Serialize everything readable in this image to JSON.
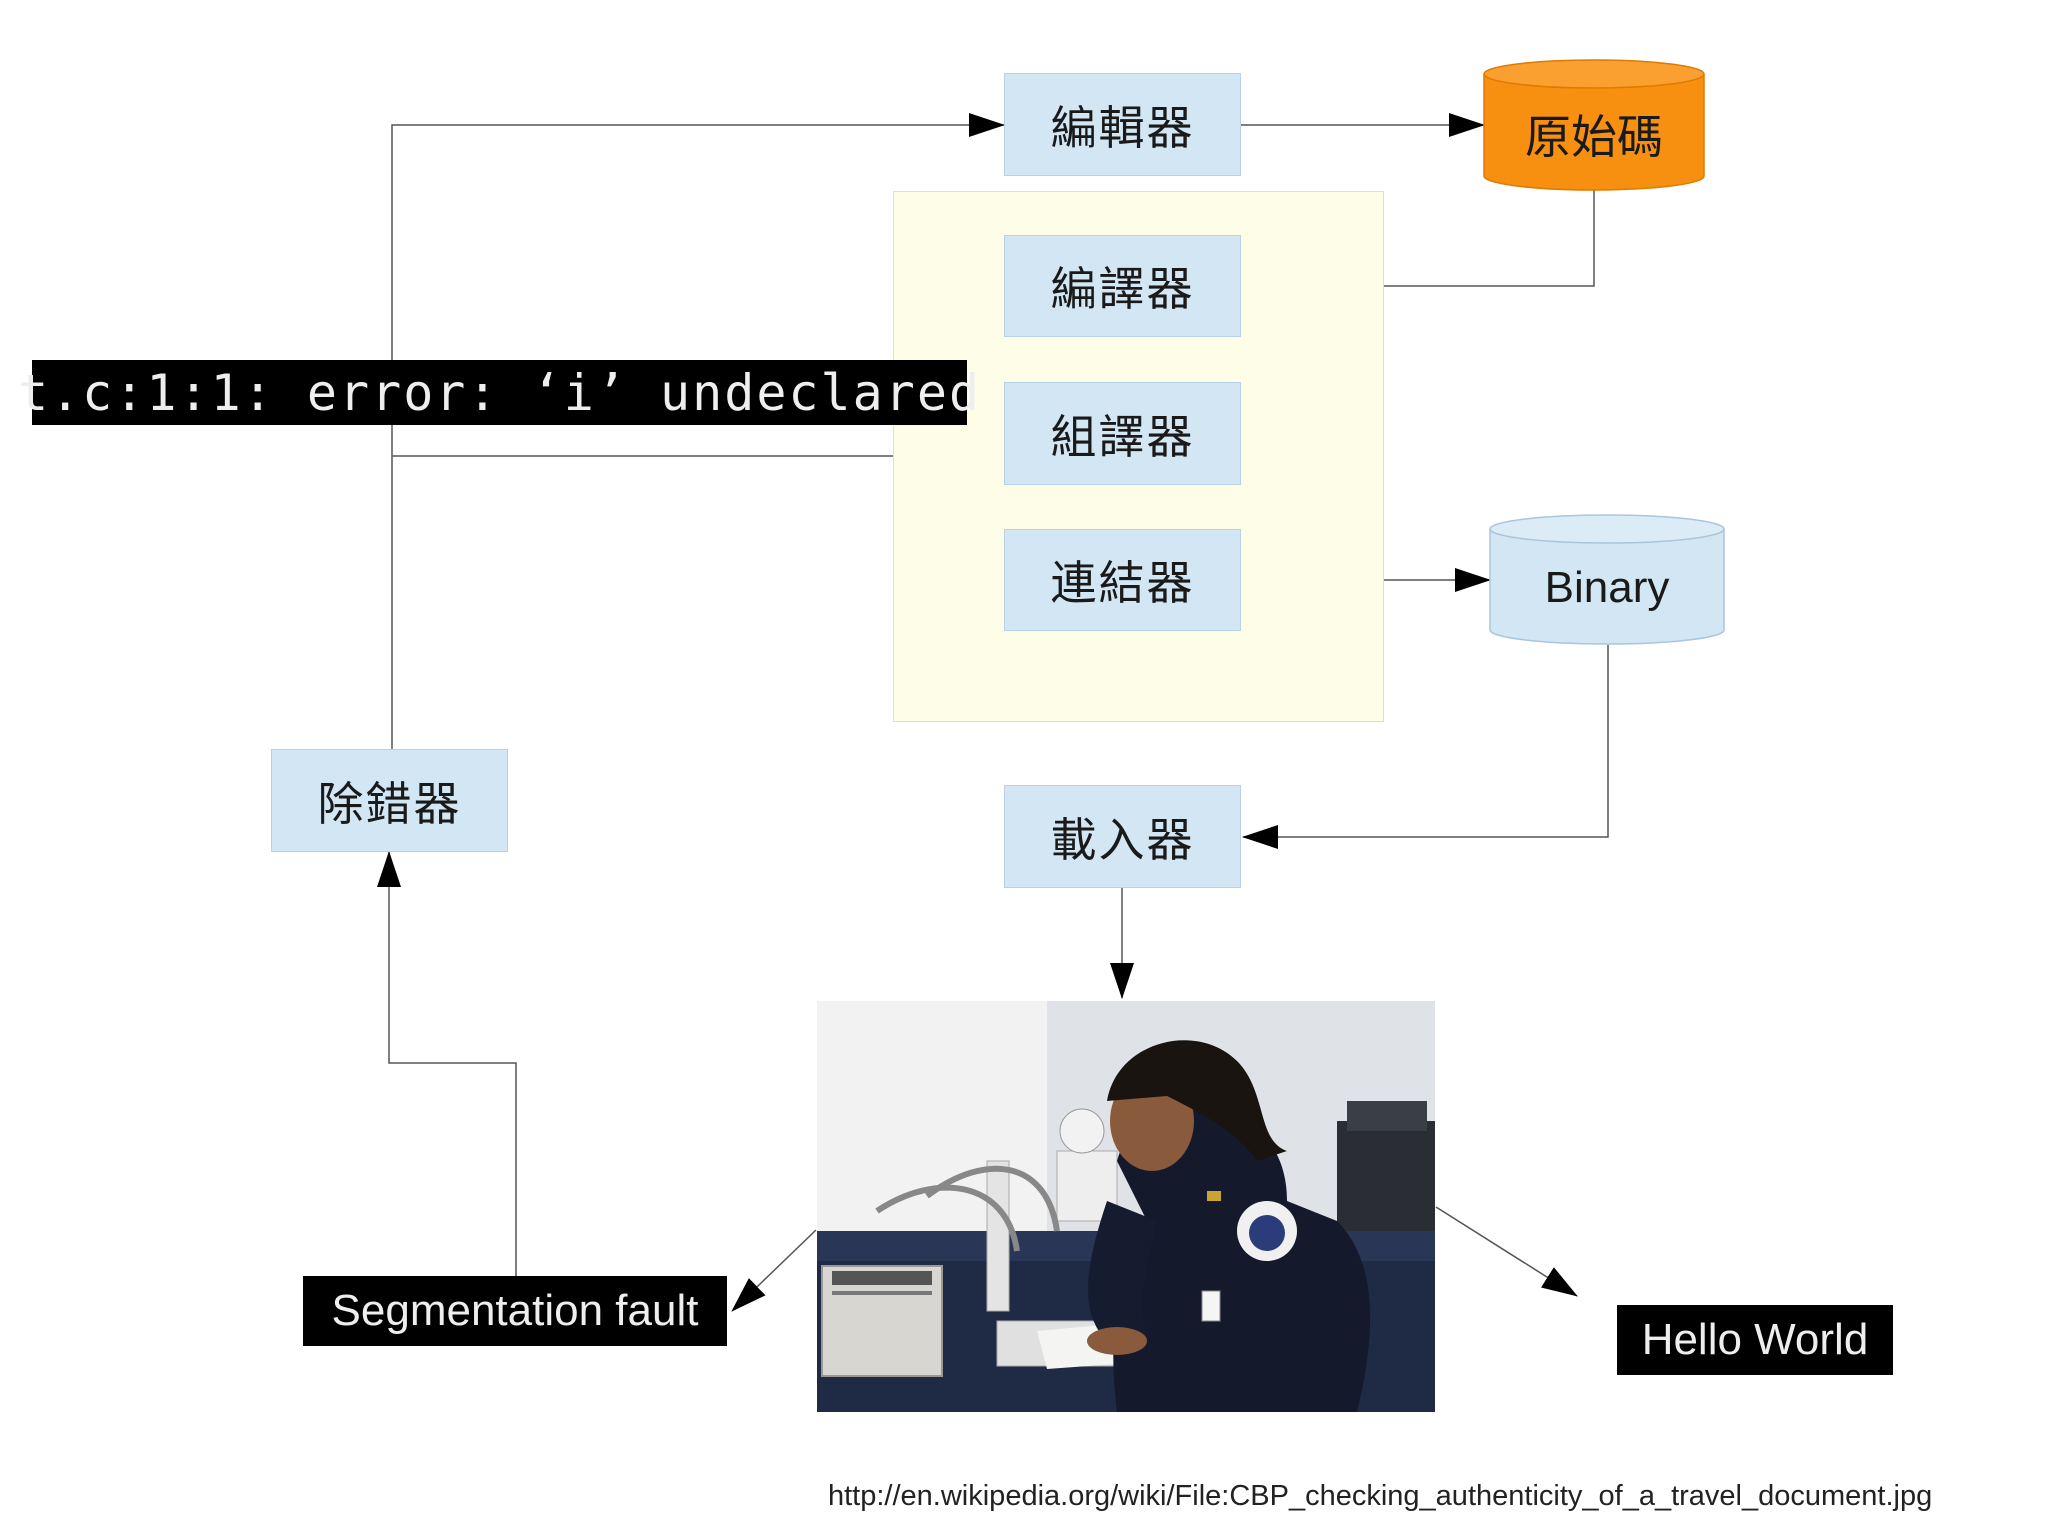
{
  "nodes": {
    "editor": "編輯器",
    "source_code": "原始碼",
    "compiler": "編譯器",
    "assembler": "組譯器",
    "linker": "連結器",
    "binary": "Binary",
    "loader": "載入器",
    "debugger": "除錯器"
  },
  "outputs": {
    "compile_error": "t.c:1:1: error: ‘i’ undeclared",
    "segfault": "Segmentation fault",
    "hello": "Hello World"
  },
  "photo": {
    "icon": "photo-of-officer-at-microscope"
  },
  "source_url": "http://en.wikipedia.org/wiki/File:CBP_checking_authenticity_of_a_travel_document.jpg",
  "colors": {
    "box_fill": "#d2e6f4",
    "panel_fill": "#fefde8",
    "source_cylinder": "#f78f10",
    "binary_cylinder": "#d2e6f4",
    "label_bg": "#000000"
  }
}
